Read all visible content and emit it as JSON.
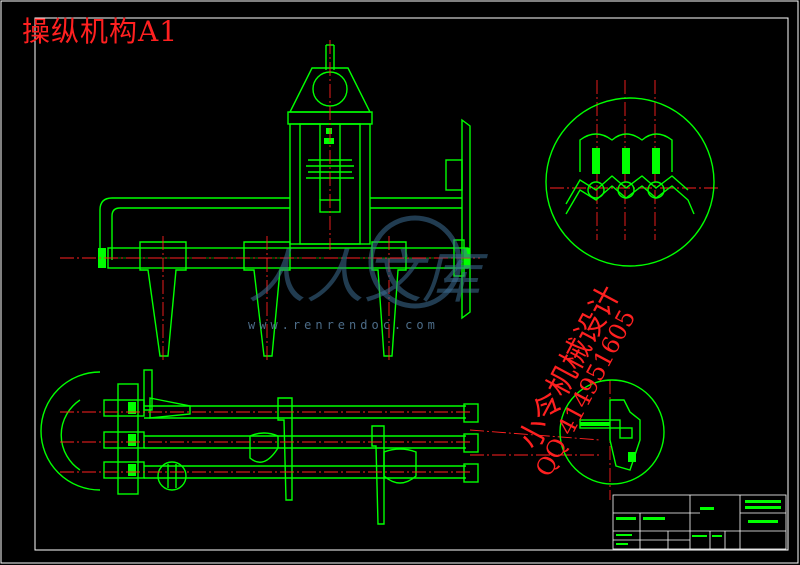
{
  "title": "操纵机构A1",
  "watermark": {
    "brand": "人人文库",
    "site": "www.renrendoc.com",
    "author": "小令机械设计",
    "contact": "QQ 414951605"
  },
  "colors": {
    "background": "#000000",
    "lines": "#00ff00",
    "centerlines": "#ff2020",
    "frame": "#ffffff",
    "title": "#ff2020"
  }
}
